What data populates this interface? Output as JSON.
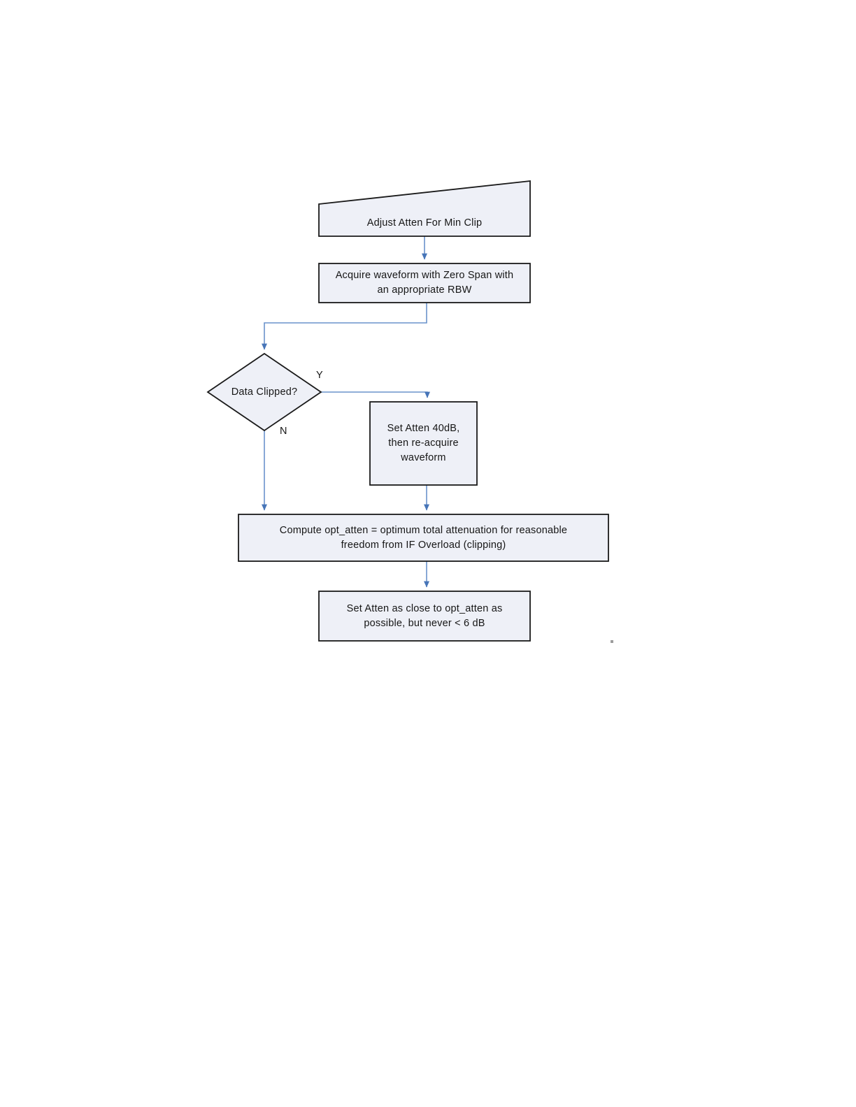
{
  "diagram": {
    "title": "Adjust Atten For Min Clip flowchart",
    "colors": {
      "node_fill": "#eef0f7",
      "node_stroke": "#1a1a1a",
      "connector": "#6a93cb",
      "text": "#161616",
      "page_background": "#ffffff",
      "artifact_dot": "#9c9c9c"
    },
    "nodes": [
      {
        "id": "start",
        "shape": "slanted-banner",
        "label": "Adjust Atten For Min Clip"
      },
      {
        "id": "acquire",
        "shape": "rectangle",
        "label": "Acquire waveform with Zero Span with\nan appropriate RBW"
      },
      {
        "id": "decision",
        "shape": "diamond",
        "label": "Data Clipped?"
      },
      {
        "id": "set40",
        "shape": "rectangle",
        "label": "Set Atten 40dB,\nthen re-acquire\nwaveform"
      },
      {
        "id": "compute",
        "shape": "rectangle",
        "label": "Compute opt_atten = optimum total attenuation for reasonable\nfreedom from IF Overload (clipping)"
      },
      {
        "id": "setclose",
        "shape": "rectangle",
        "label": "Set Atten as close to opt_atten as\npossible, but never < 6 dB"
      }
    ],
    "edges": [
      {
        "id": "e1",
        "from": "start",
        "to": "acquire",
        "label": ""
      },
      {
        "id": "e2",
        "from": "acquire",
        "to": "decision",
        "label": ""
      },
      {
        "id": "e3",
        "from": "decision",
        "to": "set40",
        "label": "Y"
      },
      {
        "id": "e4",
        "from": "decision",
        "to": "compute",
        "label": "N"
      },
      {
        "id": "e5",
        "from": "set40",
        "to": "compute",
        "label": ""
      },
      {
        "id": "e6",
        "from": "compute",
        "to": "setclose",
        "label": ""
      }
    ]
  }
}
